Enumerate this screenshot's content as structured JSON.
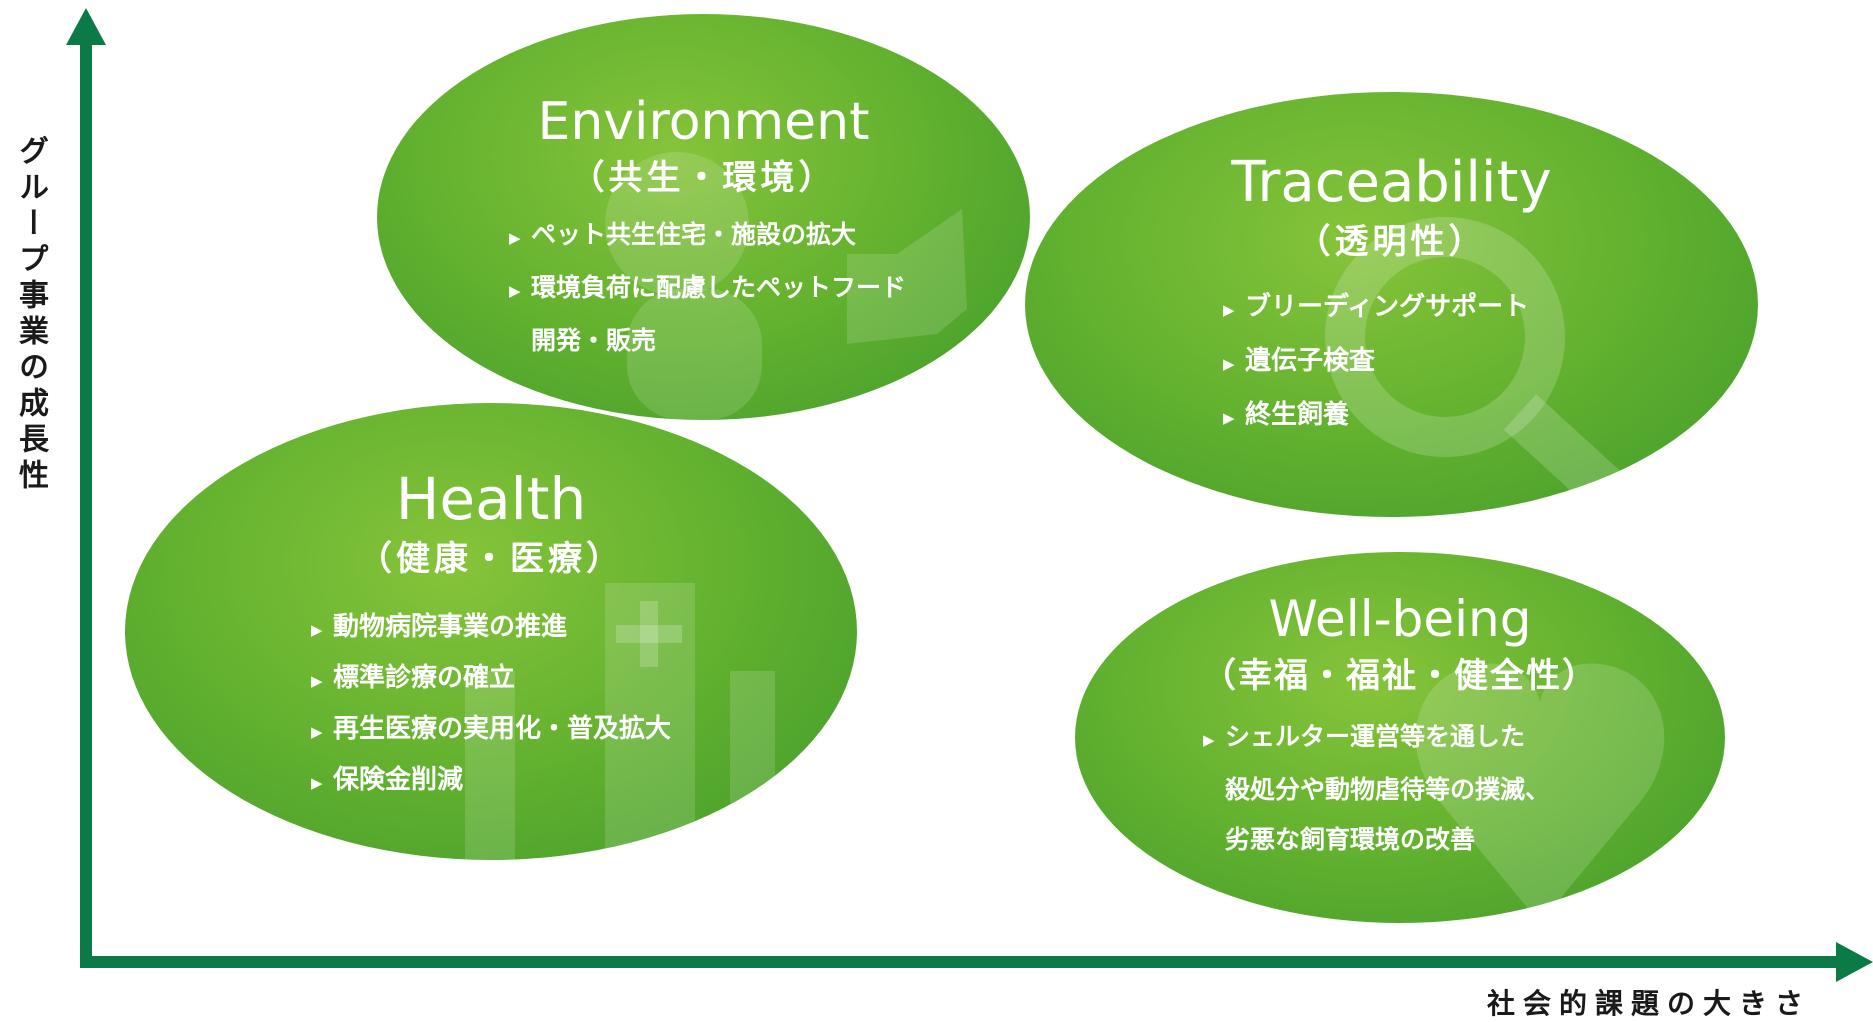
{
  "axes": {
    "y_label": "グループ事業の成長性",
    "x_label": "社会的課題の大きさ",
    "color": "#0b7a47"
  },
  "colors": {
    "ellipse_light": "#86c43a",
    "ellipse_dark": "#3f9a2a",
    "text": "#ffffff"
  },
  "quadrants": {
    "environment": {
      "title": "Environment",
      "subtitle": "（共生・環境）",
      "icon": "person-dog-icon",
      "items": [
        "ペット共生住宅・施設の拡大",
        "環境負荷に配慮したペットフード",
        "開発・販売"
      ]
    },
    "traceability": {
      "title": "Traceability",
      "subtitle": "（透明性）",
      "icon": "magnifier-icon",
      "items": [
        "ブリーディングサポート",
        "遺伝子検査",
        "終生飼養"
      ]
    },
    "health": {
      "title": "Health",
      "subtitle": "（健康・医療）",
      "icon": "hospital-icon",
      "items": [
        "動物病院事業の推進",
        "標準診療の確立",
        "再生医療の実用化・普及拡大",
        "保険金削減"
      ]
    },
    "wellbeing": {
      "title": "Well-being",
      "subtitle": "（幸福・福祉・健全性）",
      "icon": "heart-icon",
      "items": [
        "シェルター運営等を通した",
        "殺処分や動物虐待等の撲滅、",
        "劣悪な飼育環境の改善"
      ]
    }
  }
}
